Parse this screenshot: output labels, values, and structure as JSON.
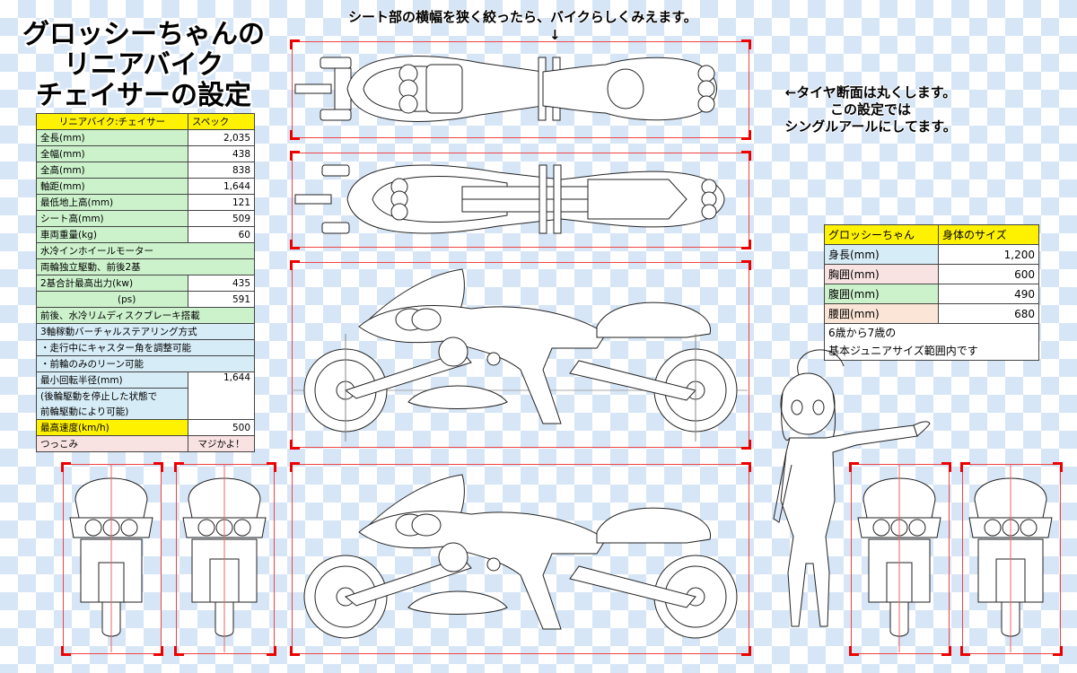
{
  "title": {
    "line1": "グロッシーちゃんの",
    "line2": "リニアバイク",
    "line3": "チェイサーの設定"
  },
  "notes": {
    "seat": "シート部の横幅を狭く絞ったら、バイクらしくみえます。",
    "seat_arrow": "↓",
    "tire1": "←タイヤ断面は丸くします。",
    "tire2": "この設定では",
    "tire3": "シングルアールにしてます。"
  },
  "spec": {
    "header": [
      "リニアバイク:チェイサー",
      "スペック"
    ],
    "rows": [
      {
        "label": "全長(mm)",
        "value": "2,035"
      },
      {
        "label": "全幅(mm)",
        "value": "438"
      },
      {
        "label": "全高(mm)",
        "value": "838"
      },
      {
        "label": "軸距(mm)",
        "value": "1,644"
      },
      {
        "label": "最低地上高(mm)",
        "value": "121"
      },
      {
        "label": "シート高(mm)",
        "value": "509"
      },
      {
        "label": "車両重量(kg)",
        "value": "60"
      }
    ],
    "motor1": "水冷インホイールモーター",
    "motor2": "両輪独立駆動、前後2基",
    "power_label": "2基合計最高出力(kw)",
    "power_kw": "435",
    "power_ps_label": "(ps)",
    "power_ps": "591",
    "brake": "前後、水冷リムディスクブレーキ搭載",
    "steer1": "3軸稼動バーチャルステアリング方式",
    "steer2": "・走行中にキャスター角を調整可能",
    "steer3": "・前輪のみのリーン可能",
    "turn_label": "最小回転半径(mm)",
    "turn_value": "1,644",
    "turn_note1": "(後輪駆動を停止した状態で",
    "turn_note2": "前輪駆動により可能)",
    "speed_label": "最高速度(km/h)",
    "speed_value": "500",
    "tsukkomi_label": "つっこみ",
    "tsukkomi_value": "マジかよ！"
  },
  "body": {
    "header": [
      "グロッシーちゃん",
      "身体のサイズ"
    ],
    "rows": [
      {
        "label": "身長(mm)",
        "value": "1,200"
      },
      {
        "label": "胸囲(mm)",
        "value": "600"
      },
      {
        "label": "腹囲(mm)",
        "value": "490"
      },
      {
        "label": "腰囲(mm)",
        "value": "680"
      }
    ],
    "note1": "6歳から7歳の",
    "note2": "基本ジュニアサイズ範囲内です"
  },
  "colors": {
    "header": "#fff200",
    "green": "#ccf2cc",
    "blue": "#d6ecf6",
    "pink": "#f9e2e2",
    "frame": "#e00000",
    "checker": "#d7e6f7"
  }
}
